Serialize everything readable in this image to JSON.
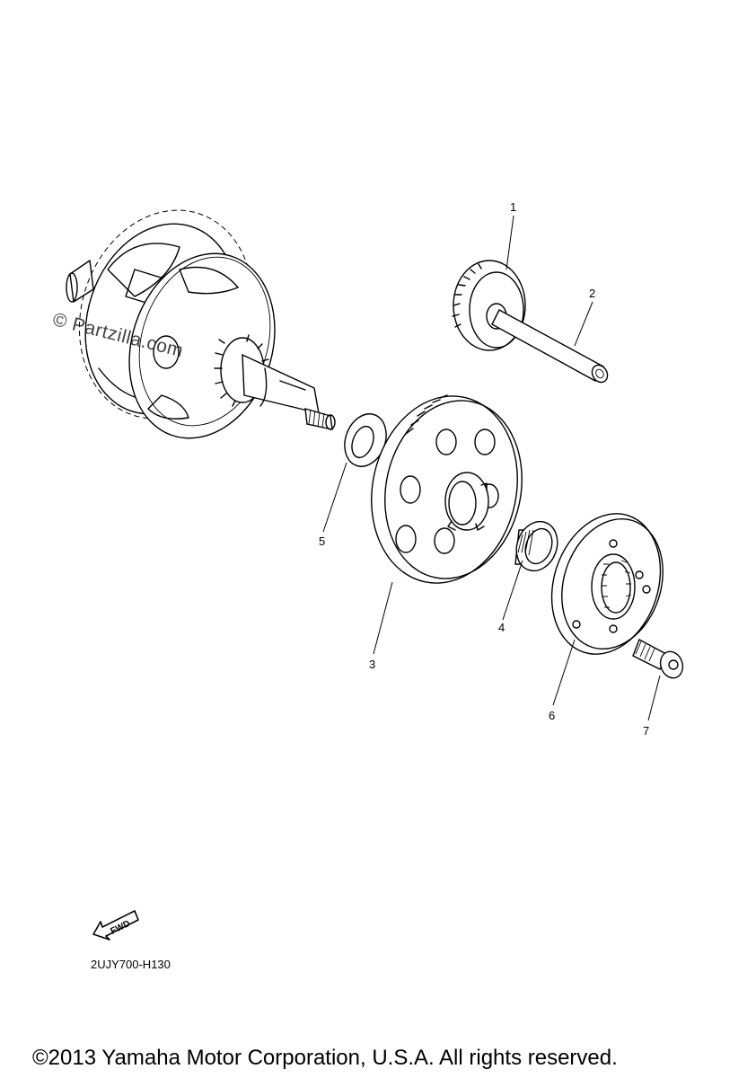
{
  "watermark": "© Partzilla.com",
  "callouts": [
    "1",
    "2",
    "3",
    "4",
    "5",
    "6",
    "7"
  ],
  "fwd_label": "FWD",
  "diagram_code": "2UJY700-H130",
  "copyright": "©2013 Yamaha Motor Corporation, U.S.A. All rights reserved."
}
